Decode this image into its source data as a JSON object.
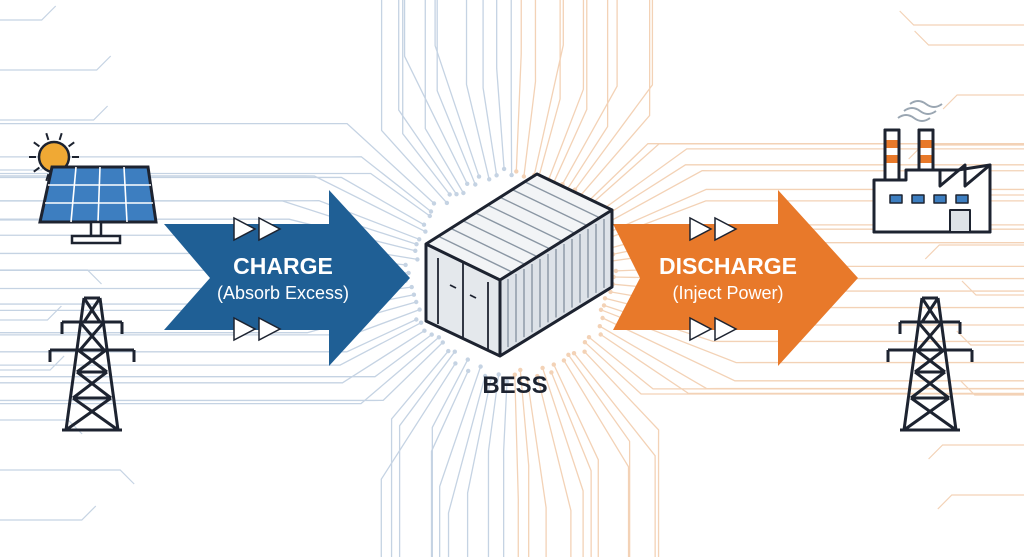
{
  "colors": {
    "charge": "#1f5f95",
    "discharge": "#e8792a",
    "outline": "#1d2330",
    "circuit_blue": "#c5d3e3",
    "circuit_orange": "#f3d2b6",
    "panel_blue": "#3d7ec0",
    "sun": "#f0a934",
    "chimney_stripe": "#e8792a"
  },
  "icons": {
    "left_top": "solar-panel-icon",
    "left_bottom": "transmission-tower-icon",
    "center": "shipping-container-icon",
    "right_top": "factory-icon",
    "right_bottom": "transmission-tower-icon"
  },
  "charge": {
    "title": "CHARGE",
    "subtitle": "(Absorb Excess)"
  },
  "discharge": {
    "title": "DISCHARGE",
    "subtitle": "(Inject Power)"
  },
  "center": {
    "label": "BESS"
  }
}
